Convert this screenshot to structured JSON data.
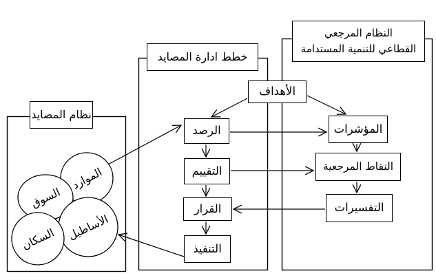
{
  "diagram": {
    "background_color": "#ffffff",
    "line_color": "#000000",
    "containers": {
      "fisheries_system": {
        "title": "نظام المصايد"
      },
      "management_plans": {
        "title": "خطط ادارة المصايد"
      },
      "reference_system": {
        "title_line1": "النظام المرجعي",
        "title_line2": "القطاعي للتنمية المستدامة"
      }
    },
    "plan_nodes": {
      "objectives": "الأهداف",
      "monitoring": "الرصد",
      "evaluation": "التقييم",
      "decision": "القرار",
      "implementation": "التنفيذ"
    },
    "reference_nodes": {
      "indicators": "المؤشرات",
      "reference_points": "النقاط المرجعية",
      "interpretations": "التفسيرات"
    },
    "system_circles": {
      "resources": "الموارد",
      "market": "السوق",
      "fleets": "الأساطيل",
      "population": "السكان"
    }
  }
}
